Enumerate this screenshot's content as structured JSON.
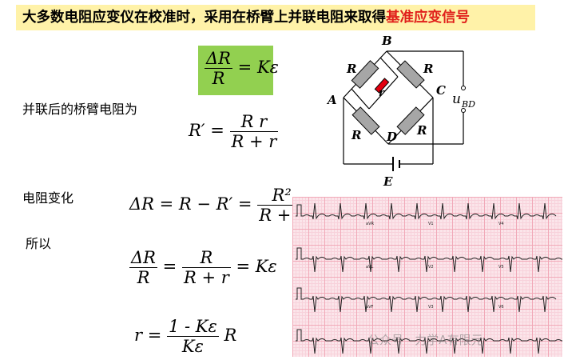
{
  "title": {
    "text_main": "大多数电阻应变仪在校准时，采用在桥臂上并联电阻来取得",
    "text_highlight": "基准应变信号"
  },
  "formula_top": {
    "num": "ΔR",
    "den": "R",
    "rhs": "= Kε"
  },
  "label_parallel": "并联后的桥臂电阻为",
  "formula_rprime": {
    "lhs": "R′ =",
    "num": "R r",
    "den": "R + r"
  },
  "label_change": "电阻变化",
  "formula_delta": {
    "lhs": "ΔR = R − R′ =",
    "num": "R²",
    "den": "R + r"
  },
  "label_therefore": "所以",
  "formula_ratio": {
    "num1": "ΔR",
    "den1": "R",
    "eq1": "=",
    "num2": "R",
    "den2": "R + r",
    "rhs": "= Kε"
  },
  "formula_r": {
    "lhs": "r =",
    "num": "1 - Kε",
    "den": "Kε",
    "tail": "R"
  },
  "circuit": {
    "node_a": "A",
    "node_b": "B",
    "node_c": "C",
    "node_d": "D",
    "node_e": "E",
    "label_r_tl": "R",
    "label_r_tr": "R",
    "label_r_bl": "R",
    "label_r_br": "R",
    "label_small_r": "r",
    "label_u": "u",
    "label_u_sub": "BD",
    "resistor_color": "#a6a6a6",
    "small_resistor_color": "#e3000f"
  },
  "ecg": {
    "lead_marks": [
      "aVR",
      "V1",
      "V4",
      "aVL",
      "V2",
      "V5",
      "aVF",
      "V3",
      "V6"
    ]
  },
  "watermark": "公众号 · 力学A有限元"
}
